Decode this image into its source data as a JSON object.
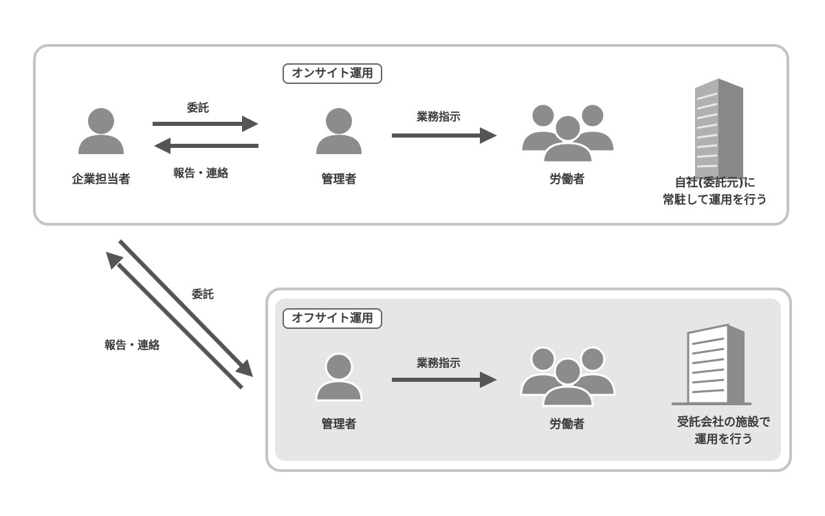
{
  "onsite": {
    "tag": "オンサイト運用",
    "client_label": "企業担当者",
    "manager_label": "管理者",
    "workers_label": "労働者",
    "delegate_label": "委託",
    "report_label": "報告・連絡",
    "instruct_label": "業務指示",
    "caption_line1": "自社(委託元)に",
    "caption_line2": "常駐して運用を行う"
  },
  "offsite": {
    "tag": "オフサイト運用",
    "manager_label": "管理者",
    "workers_label": "労働者",
    "instruct_label": "業務指示",
    "caption_line1": "受託会社の施設で",
    "caption_line2": "運用を行う"
  },
  "between": {
    "delegate_label": "委託",
    "report_label": "報告・連絡"
  },
  "colors": {
    "icon_gray": "#8c8c8c",
    "arrow_gray": "#555555",
    "panel_border": "#c4c4c4",
    "panel_fill_offsite": "#e6e6e6"
  }
}
